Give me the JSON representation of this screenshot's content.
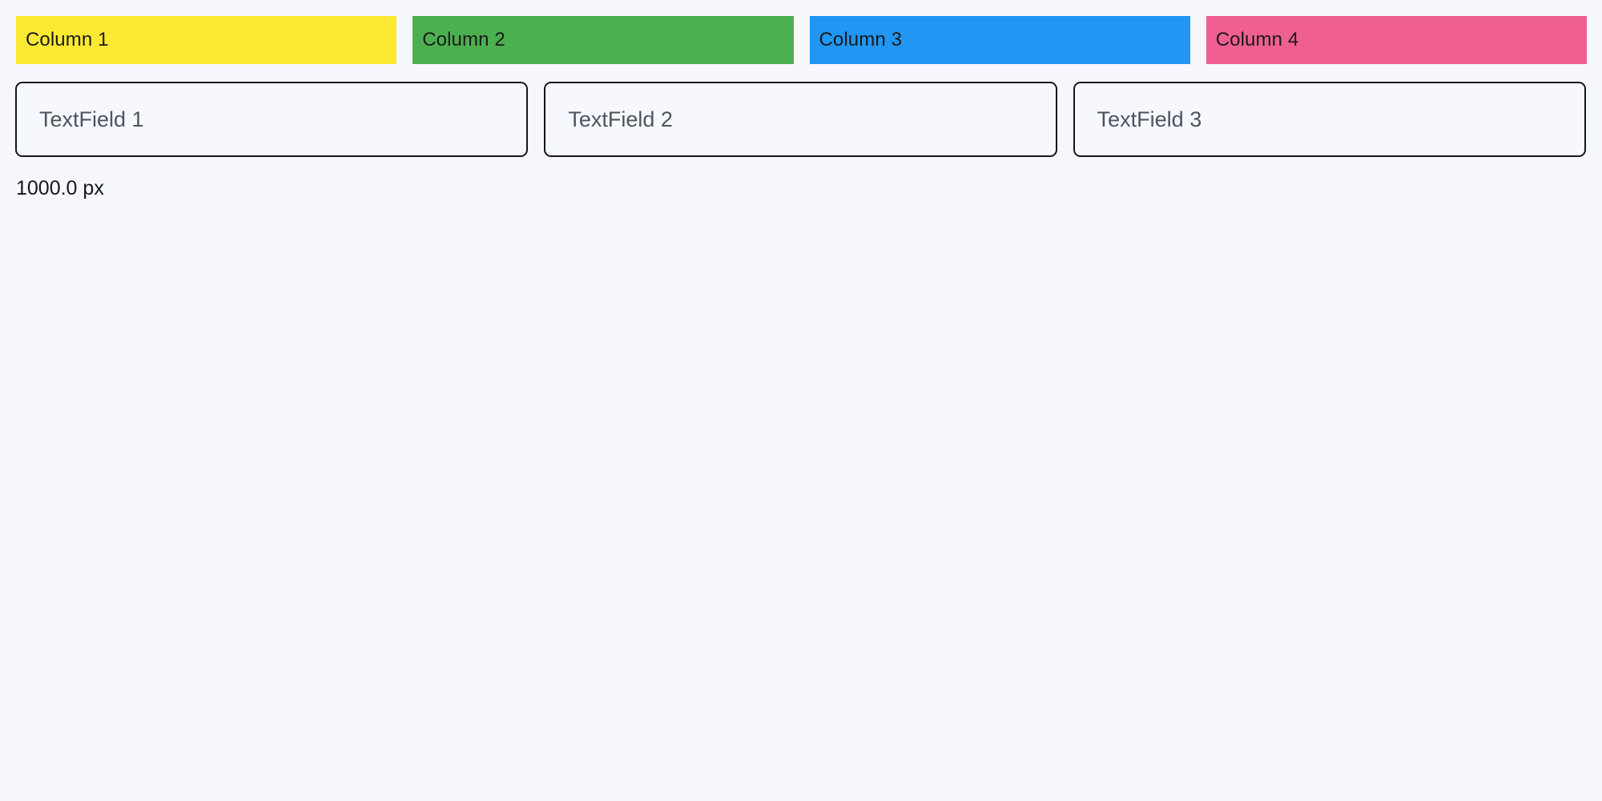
{
  "page": {
    "background_color": "#f6f7fd"
  },
  "columns": {
    "items": [
      {
        "label": "Column 1",
        "color": "#fbe932"
      },
      {
        "label": "Column 2",
        "color": "#4caf50"
      },
      {
        "label": "Column 3",
        "color": "#2196f3"
      },
      {
        "label": "Column 4",
        "color": "#ef5f92"
      }
    ]
  },
  "fields": {
    "items": [
      {
        "placeholder": "TextField 1",
        "value": ""
      },
      {
        "placeholder": "TextField 2",
        "value": ""
      },
      {
        "placeholder": "TextField 3",
        "value": ""
      }
    ]
  },
  "readout": {
    "text": "1000.0 px"
  }
}
